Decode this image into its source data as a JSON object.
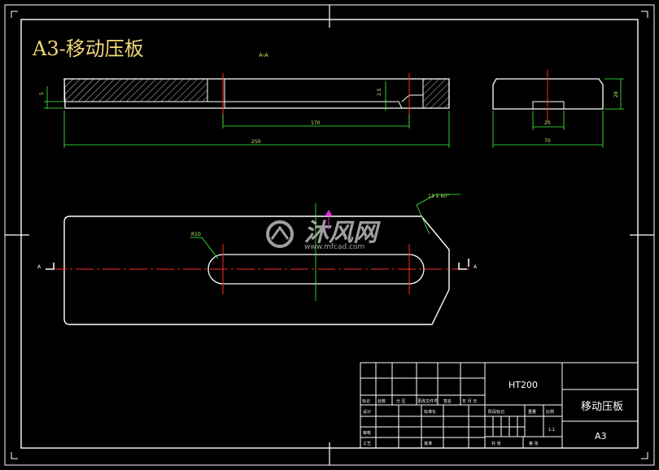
{
  "drawing": {
    "title": "A3-移动压板",
    "section_label": "A-A",
    "section_marker": "A"
  },
  "dimensions": {
    "thickness_left": "5",
    "step_height": "2.5",
    "slot_length": "170",
    "overall_length": "250",
    "side_height": "28",
    "side_slot_width": "20",
    "side_width": "70",
    "chamfer": "13 X 60°",
    "slot_radius": "R10"
  },
  "watermark": {
    "brand": "沐风网",
    "url": "www.mfcad.com"
  },
  "title_block": {
    "material": "HT200",
    "part_name": "移动压板",
    "sheet_size": "A3",
    "scale": "1:1",
    "revision_headers": [
      "标记",
      "处数",
      "分 区",
      "更改文件号",
      "签名",
      "年 月 日"
    ],
    "stage_headers": [
      "阶段标记",
      "重量",
      "比例"
    ],
    "roles": {
      "design": "设计",
      "standard": "标准化",
      "review": "审核",
      "process": "工艺",
      "approve": "批准"
    },
    "sheets": {
      "total": "共  张",
      "current": "第  张"
    }
  }
}
